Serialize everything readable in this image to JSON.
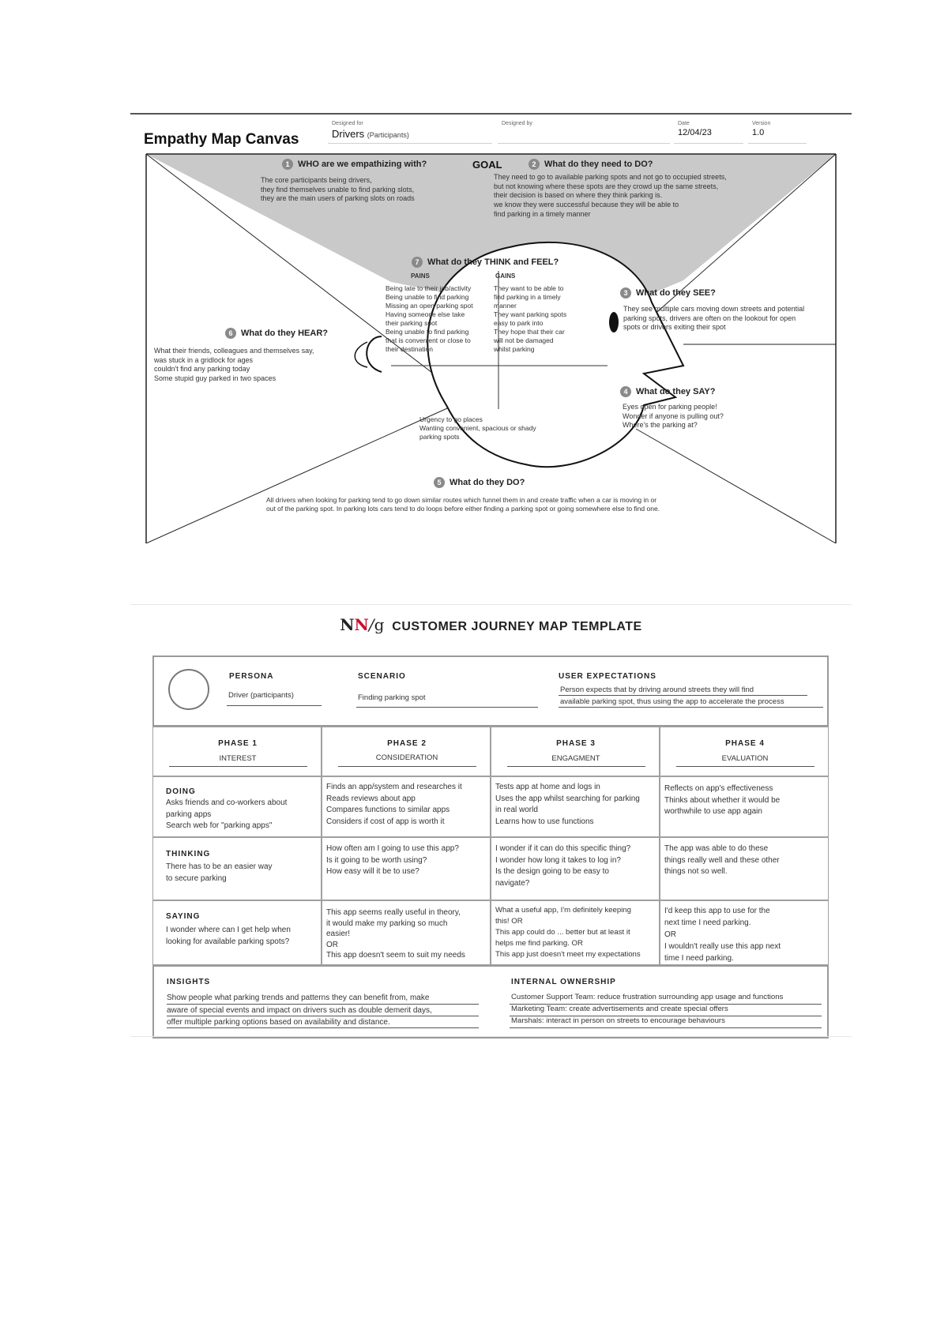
{
  "empathy_map": {
    "title": "Empathy Map Canvas",
    "designed_for_label": "Designed for",
    "designed_for_value": "Drivers",
    "designed_for_note": "(Participants)",
    "designed_by_label": "Designed by",
    "date_label": "Date",
    "date_value": "12/04/23",
    "version_label": "Version",
    "version_value": "1.0",
    "goal_label": "GOAL",
    "who": {
      "number": "1",
      "title": "WHO are we empathizing with?",
      "body": "The core participants being drivers,\nthey find themselves unable to find parking slots,\nthey are the main users of parking slots on roads"
    },
    "do_need": {
      "number": "2",
      "title": "What do they need to DO?",
      "body": "They need to go to available parking spots and not go to occupied streets,\nbut not knowing where these spots are they crowd up the same streets,\ntheir decision is based on where they think parking is.\nwe know they were successful because they will be able to\nfind parking in a timely manner"
    },
    "see": {
      "number": "3",
      "title": "What do they SEE?",
      "body": "They see multiple cars moving down streets and potential\nparking spots, drivers are often on the lookout for open\nspots or drivers exiting their spot"
    },
    "say": {
      "number": "4",
      "title": "What do they SAY?",
      "body": "Eyes open for parking people!\nWonder if anyone is pulling out?\nWhere's the parking at?"
    },
    "do_did": {
      "number": "5",
      "title": "What do they DO?",
      "body": "All drivers when looking for parking tend to go down similar routes which funnel them in and create traffic when a car is moving in or\nout of the parking spot. In parking lots cars tend to do loops before either finding a parking spot or going somewhere else to find one."
    },
    "hear": {
      "number": "6",
      "title": "What do they HEAR?",
      "body": "What their friends, colleagues and themselves say,\n  was stuck in a gridlock for ages\n  couldn't find any parking today\nSome stupid guy parked in two spaces"
    },
    "think_feel": {
      "number": "7",
      "title": "What do they THINK and FEEL?",
      "pains_label": "PAINS",
      "gains_label": "GAINS",
      "pains": "Being late to their job/activity\nBeing unable to find parking\nMissing an open parking spot\nHaving someone else take\ntheir parking spot\nBeing unable to find parking\nthat is convenient or close to\ntheir destination",
      "gains": "They want to be able to\nfind parking in a timely\nmanner\nThey want parking spots\neasy to park into\nThey hope that their car\nwill not be damaged\nwhilst parking",
      "bottom": "Urgency to go places\nWanting convenient, spacious or shady\nparking spots"
    }
  },
  "journey_map": {
    "title_logo_n1": "N",
    "title_logo_n2": "N",
    "title_logo_slash": "/",
    "title_logo_g": "g",
    "title": "CUSTOMER JOURNEY MAP TEMPLATE",
    "persona_label": "PERSONA",
    "persona_value": "Driver  (participants)",
    "scenario_label": "SCENARIO",
    "scenario_value": "Finding parking spot",
    "expectations_label": "USER EXPECTATIONS",
    "expectations_value": "Person expects that by driving around streets they will find\navailable parking spot, thus using the app to accelerate the process",
    "phases": [
      {
        "label": "PHASE 1",
        "name": "INTEREST"
      },
      {
        "label": "PHASE 2",
        "name": "CONSIDERATION"
      },
      {
        "label": "PHASE 3",
        "name": "ENGAGMENT"
      },
      {
        "label": "PHASE 4",
        "name": "EVALUATION"
      }
    ],
    "rows": [
      {
        "label": "DOING",
        "lead": "Asks friends and co-workers about\nparking apps\nSearch web for \"parking apps\"",
        "cells": [
          "Finds an app/system and researches it\nReads reviews about app\nCompares functions to similar apps\nConsiders if cost of app is worth it",
          "Tests app at home and logs in\nUses the app whilst searching for parking\nin real world\nLearns how to use functions",
          "Reflects on app's effectiveness\nThinks about whether it would be\nworthwhile to use app again"
        ]
      },
      {
        "label": "THINKING",
        "lead": "There has to be an easier way\nto secure parking",
        "cells": [
          "How often am I going to use this app?\nIs it going to be worth using?\nHow easy will it be to use?",
          "I wonder if it can do this specific thing?\nI wonder how long it takes to log in?\nIs the design going to be easy to\nnavigate?",
          "The app was able to do these\nthings really well and these other\nthings not so well."
        ]
      },
      {
        "label": "SAYING",
        "lead": "I wonder where can I get help when\nlooking for available parking spots?",
        "cells": [
          "This app seems really useful in theory,\nit would make my parking so much\neasier!\nOR\nThis app doesn't seem to suit my needs",
          "What a useful app, I'm definitely keeping\nthis!  OR\nThis app could do ... better but at least it\nhelps me find parking.   OR\nThis app just doesn't meet my expectations",
          "I'd keep this app to use for the\nnext time I need parking.\nOR\nI wouldn't really use this app next\ntime I need parking."
        ]
      }
    ],
    "insights_label": "INSIGHTS",
    "insights_value": "Show people what parking trends and patterns they can benefit from, make\naware of special events and impact on drivers such as double demerit days,\noffer multiple parking options based on availability and distance.",
    "ownership_label": "INTERNAL OWNERSHIP",
    "ownership_value": "Customer Support Team: reduce frustration surrounding app usage and functions\nMarketing Team: create advertisements and create special offers\nMarshals: interact in person on streets to encourage behaviours"
  }
}
